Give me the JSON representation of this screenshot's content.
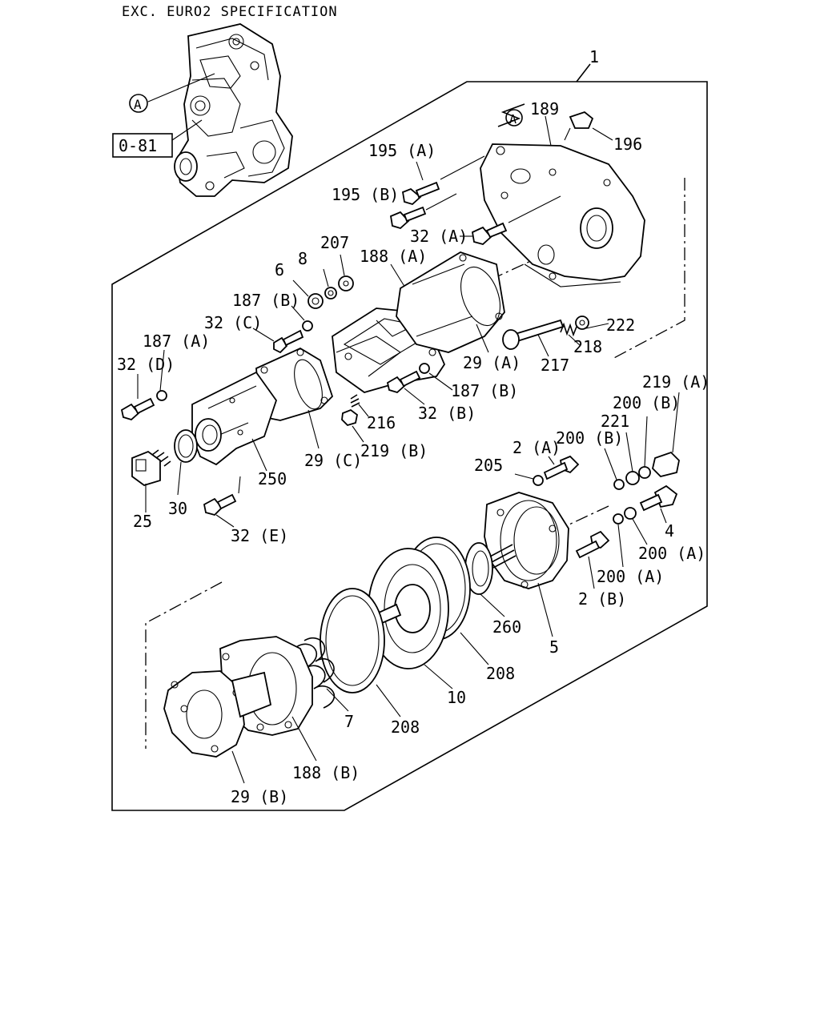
{
  "heading": "EXC. EURO2 SPECIFICATION",
  "ref_box": "0-81",
  "callout_a": "A",
  "labels": {
    "p1": "1",
    "p189": "189",
    "p196": "196",
    "p195a": "195 (A)",
    "p195b": "195 (B)",
    "p32a": "32 (A)",
    "p207": "207",
    "p188a": "188 (A)",
    "p6": "6",
    "p8": "8",
    "p187b_top": "187 (B)",
    "p32c": "32 (C)",
    "p187a": "187 (A)",
    "p32d": "32 (D)",
    "p222": "222",
    "p218": "218",
    "p217": "217",
    "p29a": "29 (A)",
    "p187b_mid": "187 (B)",
    "p32b": "32 (B)",
    "p216": "216",
    "p219b": "219 (B)",
    "p29c": "29 (C)",
    "p250": "250",
    "p25": "25",
    "p30": "30",
    "p32e": "32 (E)",
    "p219a": "219 (A)",
    "p200b_top": "200 (B)",
    "p221": "221",
    "p200b_left": "200 (B)",
    "p2a": "2 (A)",
    "p205": "205",
    "p4": "4",
    "p200a_right": "200 (A)",
    "p200a_mid": "200 (A)",
    "p2b": "2 (B)",
    "p5": "5",
    "p260": "260",
    "p208_right": "208",
    "p10": "10",
    "p208_mid": "208",
    "p7": "7",
    "p188b": "188 (B)",
    "p29b": "29 (B)"
  }
}
